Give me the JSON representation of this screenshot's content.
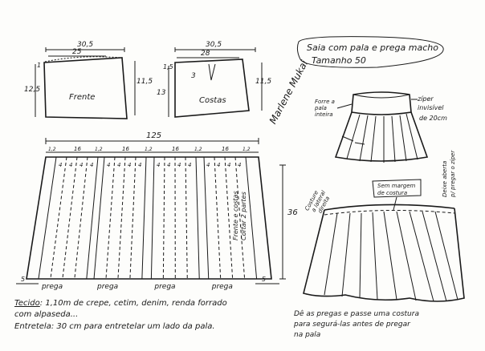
{
  "title": {
    "line1": "Saia com pala e prega macho",
    "line2": "Tamanho 50"
  },
  "front_yoke": {
    "width_total": "30,5",
    "width_top": "25",
    "left_side": "12,5",
    "right_side": "11,5",
    "top_offset": "1",
    "label": "Frente"
  },
  "back_yoke": {
    "width_total": "30,5",
    "width_top": "28",
    "left_side": "13",
    "right_side": "11,5",
    "top_offset": "1,5",
    "dart": "3",
    "label": "Costas"
  },
  "skirt": {
    "total_width": "125",
    "height": "36",
    "edge_small": "1,2",
    "pleat_width": "16",
    "pleat_sub": [
      "4",
      "4",
      "4",
      "4"
    ],
    "hem_extra": "5",
    "pleat_label": "prega",
    "fold_note_line1": "Frente e costas",
    "fold_note_line2": "Cortar 2 partes"
  },
  "skirt_illustration": {
    "left_label_line1": "Forre a",
    "left_label_line2": "pala",
    "left_label_line3": "inteira",
    "zip_line1": "zíper",
    "zip_line2": "invisível",
    "zip_line3": "de 20cm"
  },
  "seam_drawing": {
    "no_margin_line1": "Sem margem",
    "no_margin_line2": "de costura",
    "side_seam_line1": "Costure",
    "side_seam_line2": "a lateral",
    "side_seam_line3": "direita",
    "zip_open_line1": "Deixe aberta",
    "zip_open_line2": "p/ pregar o zíper"
  },
  "notes": {
    "fabric_bold": "Tecido",
    "fabric_rest": ": 1,10m de crepe, cetim, denim, renda forrado",
    "fabric_line2": "com alpaseda...",
    "interfacing": "Entretela: 30 cm para entretelar um lado da pala.",
    "instructions_line1": "Dê as pregas e passe uma costura",
    "instructions_line2": "para segurá-las antes de pregar",
    "instructions_line3": "na pala"
  },
  "signature": "Marlene Mukai"
}
